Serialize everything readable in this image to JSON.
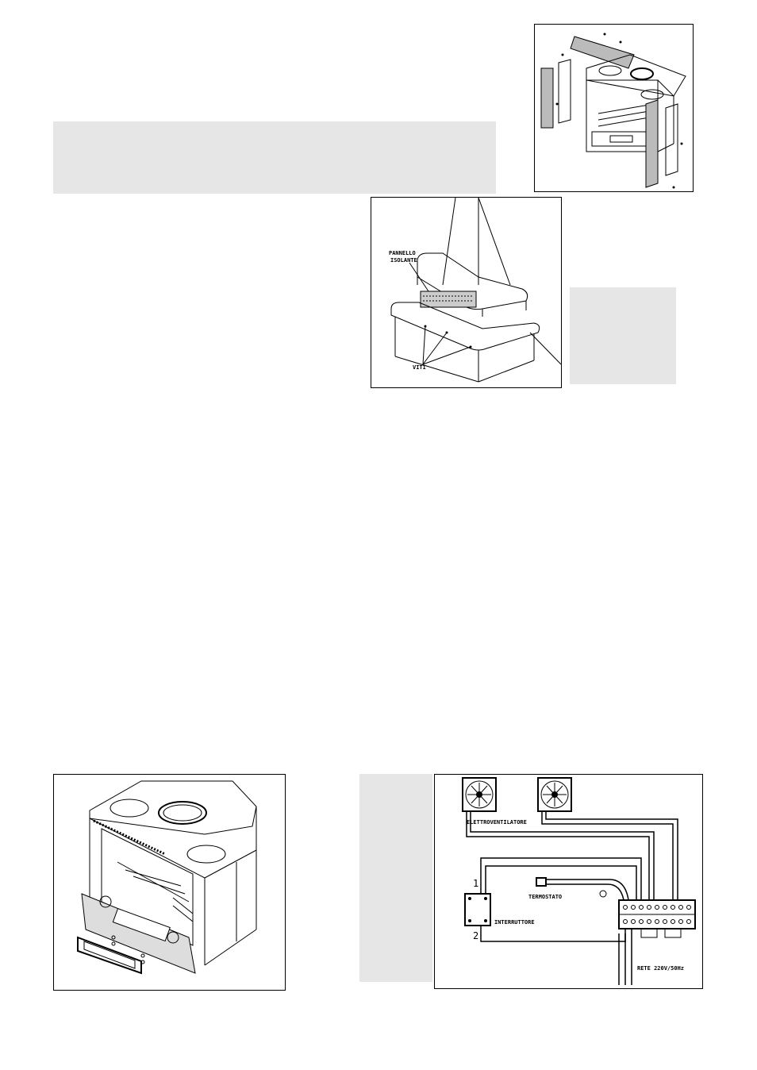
{
  "figures": {
    "chimney": {
      "label_panel_line1": "PANNELLO",
      "label_panel_line2": "ISOLANTE",
      "label_screws": "VITI"
    },
    "wiring": {
      "label_fan": "ELETTROVENTILATORE",
      "label_thermostat": "TERMOSTATO",
      "label_switch": "INTERRUTTORE",
      "label_switch_pos1": "1",
      "label_switch_pos2": "2",
      "label_mains": "RETE 220V/50Hz"
    }
  }
}
